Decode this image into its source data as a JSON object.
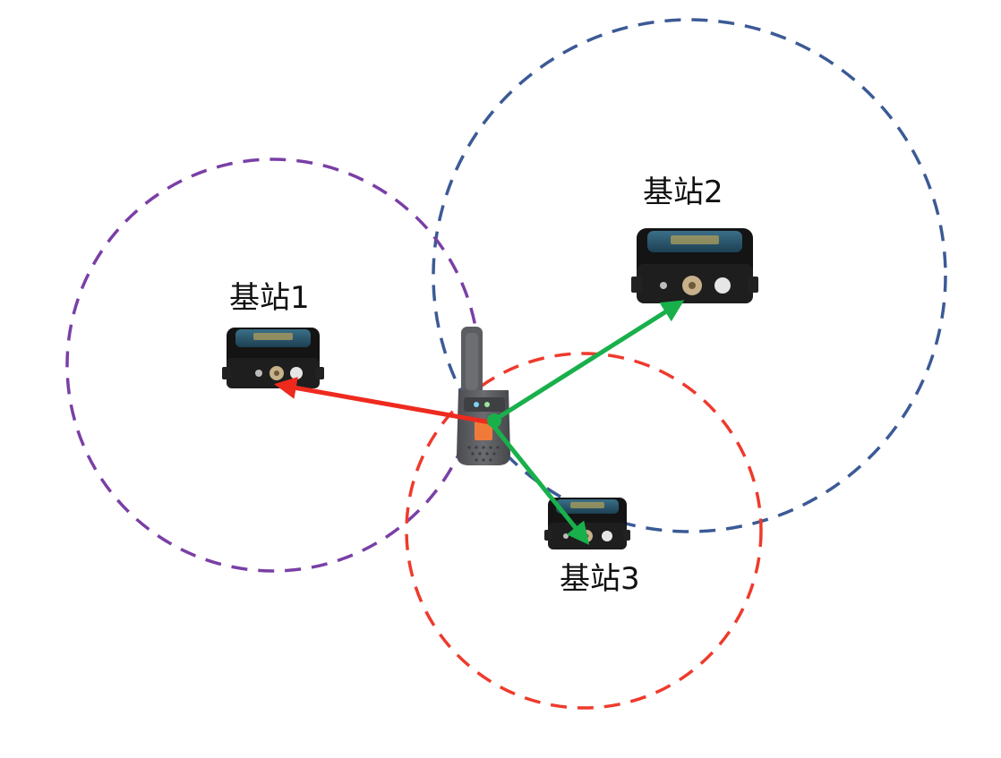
{
  "diagram": {
    "base_stations": [
      {
        "label": "基站1",
        "range_color": "#7a3fa6"
      },
      {
        "label": "基站2",
        "range_color": "#3b5a96"
      },
      {
        "label": "基站3",
        "range_color": "#ee3a2c"
      }
    ],
    "ranging_link_colors": {
      "to_station_1": "#ee2a1f",
      "to_station_2": "#19b04b",
      "to_station_3": "#19b04b"
    },
    "tag_device_colors": {
      "body": "#5b5d61",
      "accent": "#f07a3a"
    },
    "icons": {
      "anchor": "base-station-device-icon",
      "tag": "positioning-tag-device-icon"
    }
  }
}
